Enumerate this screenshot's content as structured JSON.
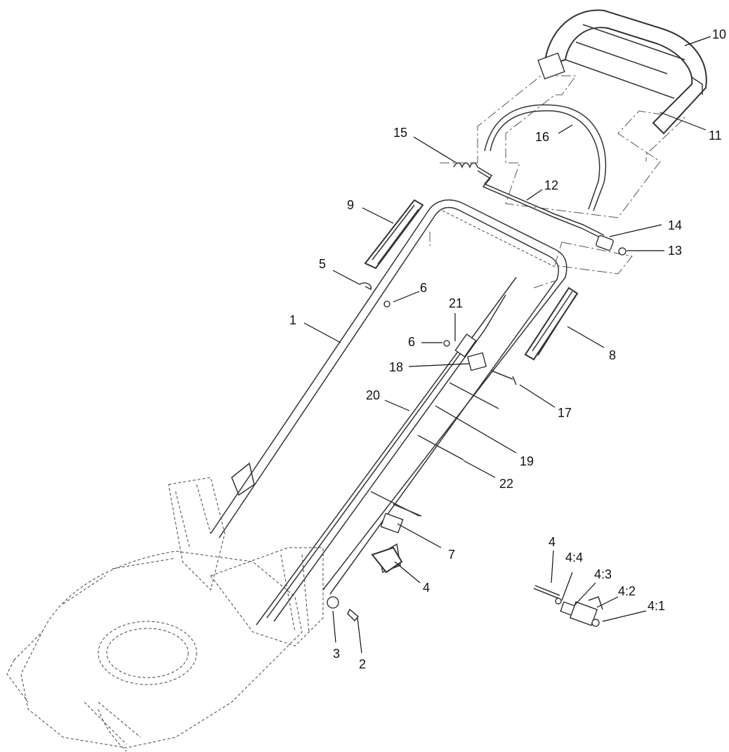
{
  "callouts": {
    "c1": "1",
    "c2": "2",
    "c3": "3",
    "c4a": "4",
    "c5": "5",
    "c6a": "6",
    "c6b": "6",
    "c7": "7",
    "c8": "8",
    "c9": "9",
    "c10": "10",
    "c11": "11",
    "c12": "12",
    "c13": "13",
    "c14": "14",
    "c15": "15",
    "c16": "16",
    "c17": "17",
    "c18": "18",
    "c19": "19",
    "c20": "20",
    "c21": "21",
    "c22": "22",
    "c4b": "4",
    "c4_1": "4:1",
    "c4_2": "4:2",
    "c4_3": "4:3",
    "c4_4": "4:4"
  }
}
